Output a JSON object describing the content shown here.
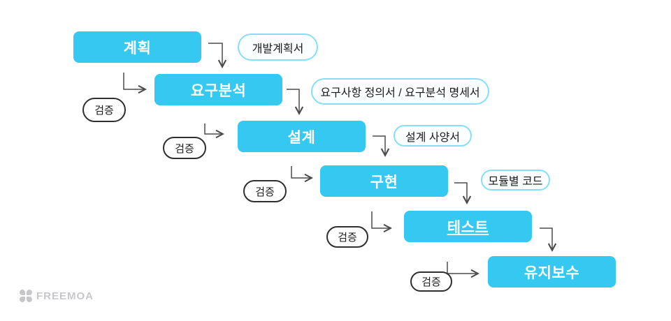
{
  "diagram": {
    "model_name": "waterfall-process",
    "verify_label": "검증",
    "stages": [
      {
        "label": "계획",
        "doc": "개발계획서"
      },
      {
        "label": "요구분석",
        "doc": "요구사항 정의서 / 요구분석 명세서"
      },
      {
        "label": "설계",
        "doc": "설계 사양서"
      },
      {
        "label": "구현",
        "doc": "모듈별 코드"
      },
      {
        "label": "테스트",
        "doc": null,
        "underline": true
      },
      {
        "label": "유지보수",
        "doc": null
      }
    ],
    "colors": {
      "stage_fill": "#35C9F1",
      "stage_text": "#FFFFFF",
      "doc_border": "#87DFF7",
      "doc_fill": "#FBFEFF",
      "doc_text": "#1B1B1B",
      "verify_border": "#2E2E2E",
      "verify_fill": "#FFFFFF",
      "verify_text": "#1B1B1B",
      "arrow": "#4B4B4B",
      "background": "#FFFFFF",
      "logo": "#C7C7CB"
    },
    "logo": {
      "text": "FREEMOA"
    }
  }
}
